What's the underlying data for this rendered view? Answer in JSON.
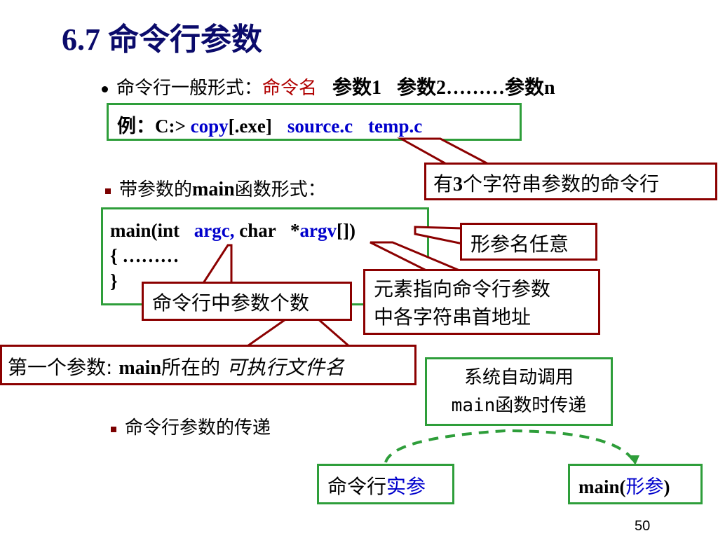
{
  "title": "6.7 命令行参数",
  "line1": {
    "prefix": "命令行一般形式：",
    "cmd_name": "命令名",
    "param1": "参数1",
    "param2": "参数2………参数n"
  },
  "example": {
    "prefix": "例：C:> ",
    "copy": "copy",
    "exe": "[.exe]",
    "source": "source.c",
    "temp": "temp.c"
  },
  "callout_3params": {
    "pre": "有",
    "num": "3",
    "post": "个字符串参数的命令行"
  },
  "section2_prefix": "带参数的",
  "section2_main": "main",
  "section2_suffix": "函数形式：",
  "code": {
    "l1_a": "main(int ",
    "argc": "argc,",
    "l1_b": " char ",
    "star": "*",
    "argv": "argv",
    "l1_c": "[])",
    "l2": "{ ………",
    "l3": "}"
  },
  "callout_formal": "形参名任意",
  "callout_elements": {
    "line1": "元素指向命令行参数",
    "line2": "中各字符串首地址"
  },
  "callout_count": "命令行中参数个数",
  "callout_first": {
    "prefix": "第一个参数: ",
    "main": "main",
    "mid": "所在的 ",
    "italic": "可执行文件名"
  },
  "section3": "命令行参数的传递",
  "system_box": {
    "line1": "系统自动调用",
    "line2_mono": "main",
    "line2_rest": "函数时传递"
  },
  "actual_box": {
    "prefix": "命令行",
    "highlight": "实参"
  },
  "formal_box": {
    "main": "main(",
    "highlight": "形参",
    "close": ")"
  },
  "page_number": "50",
  "colors": {
    "title": "#0b0b6b",
    "red": "#b00000",
    "blue": "#0000cc",
    "green": "#2e9e3a",
    "dark_red": "#8b0000"
  }
}
